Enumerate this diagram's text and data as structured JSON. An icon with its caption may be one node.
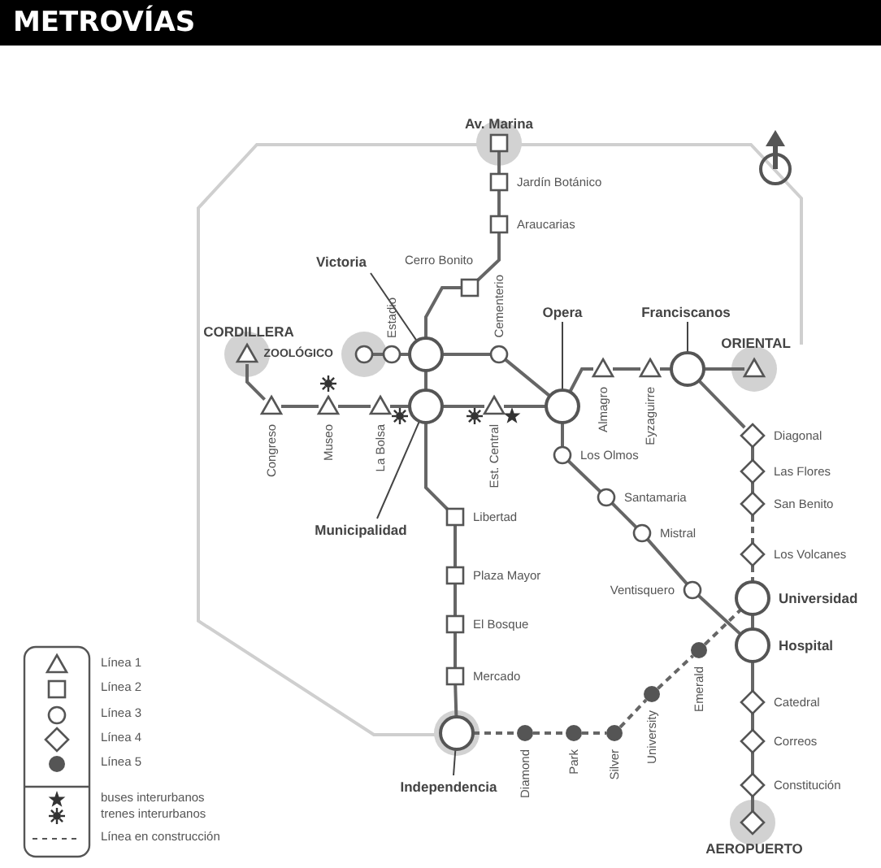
{
  "diagram": {
    "title": "METROVÍAS",
    "nodes": [
      {
        "text": [
          "Av. Marina"
        ]
      },
      {
        "text": [
          "Jardín Botánico"
        ]
      },
      {
        "text": [
          "Araucarias"
        ]
      },
      {
        "text": [
          "Cerro Bonito"
        ]
      },
      {
        "text": [
          "Victoria"
        ]
      },
      {
        "text": [],
        "shape": "circle"
      },
      {
        "text": [
          "CORDILLERA"
        ]
      },
      {
        "text": [
          "ZOOLÓGICO"
        ]
      },
      {
        "text": [
          "Estadio"
        ]
      },
      {
        "text": [
          "Cementerio"
        ]
      },
      {
        "text": [
          "Opera"
        ]
      },
      {
        "text": [],
        "shape": "circle"
      },
      {
        "text": [
          "Almagro"
        ]
      },
      {
        "text": [
          "Eyzaguirre"
        ]
      },
      {
        "text": [
          "Franciscanos"
        ]
      },
      {
        "text": [],
        "shape": "circle"
      },
      {
        "text": [
          "ORIENTAL"
        ]
      },
      {
        "text": [
          "Congreso"
        ]
      },
      {
        "text": [
          "Museo"
        ]
      },
      {
        "text": [
          "La Bolsa"
        ]
      },
      {
        "text": [],
        "shape": "circle"
      },
      {
        "text": [
          "Municipalidad"
        ]
      },
      {
        "text": [
          "Est. Central"
        ]
      },
      {
        "text": [
          "Los Olmos"
        ]
      },
      {
        "text": [
          "Diagonal"
        ]
      },
      {
        "text": [
          "Las Flores"
        ]
      },
      {
        "text": [
          "San Benito"
        ]
      },
      {
        "text": [
          "Libertad"
        ]
      },
      {
        "text": [
          "Santamaria"
        ]
      },
      {
        "text": [
          "Mistral"
        ]
      },
      {
        "text": [
          "Los Volcanes"
        ]
      },
      {
        "text": [
          "Plaza Mayor"
        ]
      },
      {
        "text": [
          "Ventisquero"
        ]
      },
      {
        "text": [
          "Universidad"
        ]
      },
      {
        "text": [
          "El Bosque"
        ]
      },
      {
        "text": [
          "Hospital"
        ]
      },
      {
        "text": [
          "Mercado"
        ]
      },
      {
        "text": [
          "Emerald"
        ]
      },
      {
        "text": [
          "University"
        ]
      },
      {
        "text": [
          "Catedral"
        ]
      },
      {
        "text": [],
        "shape": "circle"
      },
      {
        "text": [
          "Independencia"
        ]
      },
      {
        "text": [
          "Diamond"
        ]
      },
      {
        "text": [
          "Park"
        ]
      },
      {
        "text": [
          "Silver"
        ]
      },
      {
        "text": [
          "Correos"
        ]
      },
      {
        "text": [
          "Constitución"
        ]
      },
      {
        "text": [
          "AEROPUERTO"
        ]
      }
    ],
    "edges": [
      {
        "from": 0,
        "to": 1,
        "arrow": "none"
      },
      {
        "from": 1,
        "to": 2,
        "arrow": "none"
      },
      {
        "from": 2,
        "to": 3,
        "arrow": "none"
      },
      {
        "from": 3,
        "to": 5,
        "arrow": "none"
      },
      {
        "from": 5,
        "to": 20,
        "arrow": "none"
      },
      {
        "from": 20,
        "to": 27,
        "arrow": "none"
      },
      {
        "from": 27,
        "to": 31,
        "arrow": "none"
      },
      {
        "from": 31,
        "to": 34,
        "arrow": "none"
      },
      {
        "from": 34,
        "to": 36,
        "arrow": "none"
      },
      {
        "from": 36,
        "to": 40,
        "arrow": "none"
      },
      {
        "from": 7,
        "to": 8,
        "arrow": "none"
      },
      {
        "from": 8,
        "to": 5,
        "arrow": "none"
      },
      {
        "from": 5,
        "to": 9,
        "arrow": "none"
      },
      {
        "from": 9,
        "to": 11,
        "arrow": "none"
      },
      {
        "from": 11,
        "to": 23,
        "arrow": "none"
      },
      {
        "from": 23,
        "to": 28,
        "arrow": "none"
      },
      {
        "from": 28,
        "to": 29,
        "arrow": "none"
      },
      {
        "from": 29,
        "to": 32,
        "arrow": "none"
      },
      {
        "from": 32,
        "to": 35,
        "arrow": "none"
      },
      {
        "from": 6,
        "to": 17,
        "arrow": "none"
      },
      {
        "from": 17,
        "to": 18,
        "arrow": "none"
      },
      {
        "from": 18,
        "to": 19,
        "arrow": "none"
      },
      {
        "from": 19,
        "to": 20,
        "arrow": "none"
      },
      {
        "from": 20,
        "to": 22,
        "arrow": "none"
      },
      {
        "from": 22,
        "to": 11,
        "arrow": "none"
      },
      {
        "from": 11,
        "to": 12,
        "arrow": "none"
      },
      {
        "from": 12,
        "to": 13,
        "arrow": "none"
      },
      {
        "from": 13,
        "to": 15,
        "arrow": "none"
      },
      {
        "from": 15,
        "to": 16,
        "arrow": "none"
      },
      {
        "from": 15,
        "to": 24,
        "arrow": "none"
      },
      {
        "from": 24,
        "to": 25,
        "arrow": "none"
      },
      {
        "from": 25,
        "to": 26,
        "arrow": "none"
      },
      {
        "from": 26,
        "to": 30,
        "arrow": "none",
        "style": "dashed"
      },
      {
        "from": 30,
        "to": 33,
        "arrow": "none",
        "style": "dashed"
      },
      {
        "from": 33,
        "to": 35,
        "arrow": "none"
      },
      {
        "from": 35,
        "to": 39,
        "arrow": "none"
      },
      {
        "from": 39,
        "to": 45,
        "arrow": "none"
      },
      {
        "from": 45,
        "to": 46,
        "arrow": "none"
      },
      {
        "from": 46,
        "to": 47,
        "arrow": "none"
      },
      {
        "from": 40,
        "to": 42,
        "arrow": "none",
        "style": "dashed"
      },
      {
        "from": 42,
        "to": 43,
        "arrow": "none",
        "style": "dashed"
      },
      {
        "from": 43,
        "to": 44,
        "arrow": "none",
        "style": "dashed"
      },
      {
        "from": 44,
        "to": 38,
        "arrow": "none",
        "style": "dashed"
      },
      {
        "from": 38,
        "to": 37,
        "arrow": "none",
        "style": "dashed"
      },
      {
        "from": 37,
        "to": 33,
        "arrow": "none",
        "style": "dashed"
      },
      {
        "from": 4,
        "to": 5,
        "arrow": "none"
      },
      {
        "from": 10,
        "to": 11,
        "arrow": "none"
      },
      {
        "from": 14,
        "to": 15,
        "arrow": "none"
      },
      {
        "from": 21,
        "to": 20,
        "arrow": "none"
      },
      {
        "from": 41,
        "to": 40,
        "arrow": "none"
      }
    ],
    "legend": [
      {
        "text": "Línea 1"
      },
      {
        "text": "Línea 2"
      },
      {
        "text": "Línea 3"
      },
      {
        "text": "Línea 4"
      },
      {
        "text": "Línea 5"
      },
      {
        "text": "buses interurbanos"
      },
      {
        "text": "trenes interurbanos"
      },
      {
        "text": "Línea en construcción"
      }
    ]
  }
}
